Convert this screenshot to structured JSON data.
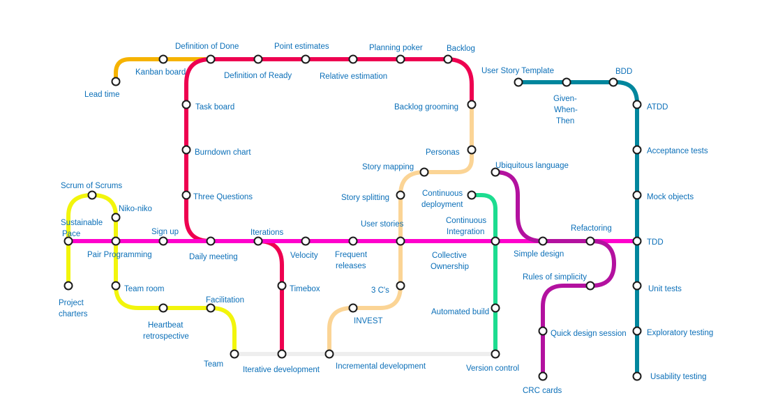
{
  "colors": {
    "red": "#ee0050",
    "magenta": "#ff00cc",
    "peach": "#fbd495",
    "orange": "#f6b300",
    "yellow": "#f2f50c",
    "green": "#1ddc90",
    "teal": "#00869d",
    "purple": "#b3119f",
    "gray": "#eeeeee",
    "label": "#0b6fb8"
  },
  "stations": {
    "lead_time": "Lead time",
    "kanban_board": "Kanban board",
    "definition_of_done": "Definition of Done",
    "definition_of_ready": "Definition of Ready",
    "point_estimates": "Point estimates",
    "relative_estimation": "Relative estimation",
    "planning_poker": "Planning poker",
    "backlog": "Backlog",
    "backlog_grooming": "Backlog grooming",
    "personas": "Personas",
    "story_mapping": "Story mapping",
    "story_splitting": "Story splitting",
    "user_stories": "User stories",
    "three_cs": "3 C's",
    "invest": "INVEST",
    "incremental_development": "Incremental development",
    "task_board": "Task board",
    "burndown_chart": "Burndown chart",
    "three_questions": "Three Questions",
    "daily_meeting": "Daily meeting",
    "iterations": "Iterations",
    "timebox": "Timebox",
    "iterative_development": "Iterative development",
    "scrum_of_scrums": "Scrum of Scrums",
    "niko_niko": "Niko-niko",
    "sustainable_pace_1": "Sustainable",
    "sustainable_pace_2": "Pace",
    "project_charters_1": "Project",
    "project_charters_2": "charters",
    "pair_programming": "Pair Programming",
    "sign_up": "Sign up",
    "team_room": "Team room",
    "heartbeat_retro_1": "Heartbeat",
    "heartbeat_retro_2": "retrospective",
    "facilitation": "Facilitation",
    "team": "Team",
    "velocity": "Velocity",
    "frequent_releases_1": "Frequent",
    "frequent_releases_2": "releases",
    "collective_ownership_1": "Collective",
    "collective_ownership_2": "Ownership",
    "continuous_integration_1": "Continuous",
    "continuous_integration_2": "Integration",
    "continuous_deployment_1": "Continuous",
    "continuous_deployment_2": "deployment",
    "automated_build": "Automated build",
    "version_control": "Version control",
    "ubiquitous_language": "Ubiquitous language",
    "simple_design": "Simple design",
    "refactoring": "Refactoring",
    "rules_of_simplicity": "Rules of simplicity",
    "quick_design_session": "Quick design session",
    "crc_cards": "CRC cards",
    "user_story_template": "User Story Template",
    "given_when_then_1": "Given-",
    "given_when_then_2": "When-",
    "given_when_then_3": "Then",
    "bdd": "BDD",
    "atdd": "ATDD",
    "acceptance_tests": "Acceptance tests",
    "mock_objects": "Mock objects",
    "tdd": "TDD",
    "unit_tests": "Unit tests",
    "exploratory_testing": "Exploratory testing",
    "usability_testing": "Usability testing"
  }
}
